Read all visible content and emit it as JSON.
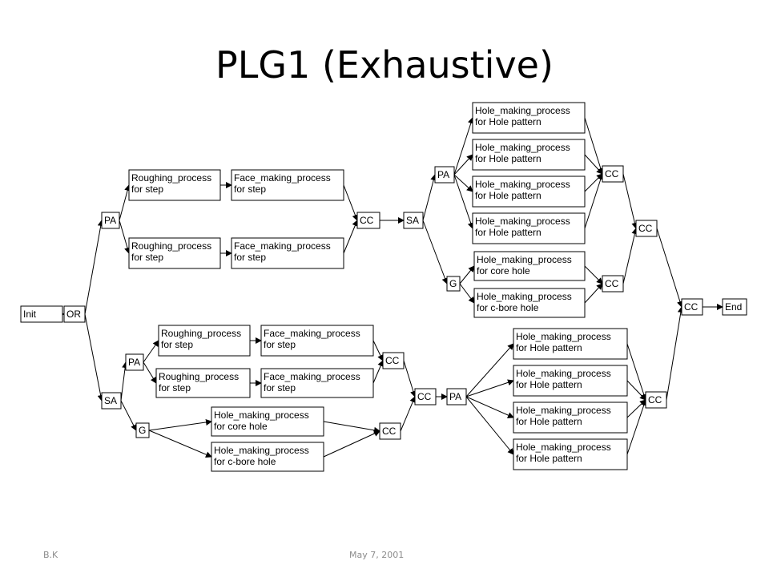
{
  "title": "PLG1 (Exhaustive)",
  "footer": {
    "author": "B.K",
    "date": "May 7, 2001"
  },
  "labels": {
    "init": "Init",
    "or": "OR",
    "pa": "PA",
    "sa": "SA",
    "g": "G",
    "cc": "CC",
    "end": "End",
    "roughing": [
      "Roughing_process",
      "for step"
    ],
    "face": [
      "Face_making_process",
      "for step"
    ],
    "hole_pattern": [
      "Hole_making_process",
      "for Hole pattern"
    ],
    "hole_core": [
      "Hole_making_process",
      "for core hole"
    ],
    "hole_cbore": [
      "Hole_making_process",
      "for c-bore hole"
    ]
  },
  "nodes": [
    {
      "id": "init",
      "label": "init"
    },
    {
      "id": "or",
      "label": "or"
    },
    {
      "id": "pa1",
      "label": "pa"
    },
    {
      "id": "r1",
      "label": "roughing"
    },
    {
      "id": "f1",
      "label": "face"
    },
    {
      "id": "r2",
      "label": "roughing"
    },
    {
      "id": "f2",
      "label": "face"
    },
    {
      "id": "cc1",
      "label": "cc"
    },
    {
      "id": "sa1",
      "label": "sa"
    },
    {
      "id": "pa2",
      "label": "pa"
    },
    {
      "id": "h1",
      "label": "hole_pattern"
    },
    {
      "id": "h2",
      "label": "hole_pattern"
    },
    {
      "id": "h3",
      "label": "hole_pattern"
    },
    {
      "id": "h4",
      "label": "hole_pattern"
    },
    {
      "id": "g1",
      "label": "g"
    },
    {
      "id": "hc1",
      "label": "hole_core"
    },
    {
      "id": "hb1",
      "label": "hole_cbore"
    },
    {
      "id": "cc2",
      "label": "cc"
    },
    {
      "id": "cc3",
      "label": "cc"
    },
    {
      "id": "cc4",
      "label": "cc"
    },
    {
      "id": "cc5",
      "label": "cc"
    },
    {
      "id": "end",
      "label": "end"
    },
    {
      "id": "sa2",
      "label": "sa"
    },
    {
      "id": "pa3",
      "label": "pa"
    },
    {
      "id": "r3",
      "label": "roughing"
    },
    {
      "id": "f3",
      "label": "face"
    },
    {
      "id": "r4",
      "label": "roughing"
    },
    {
      "id": "f4",
      "label": "face"
    },
    {
      "id": "cc6",
      "label": "cc"
    },
    {
      "id": "g2",
      "label": "g"
    },
    {
      "id": "hc2",
      "label": "hole_core"
    },
    {
      "id": "hb2",
      "label": "hole_cbore"
    },
    {
      "id": "cc7",
      "label": "cc"
    },
    {
      "id": "cc8",
      "label": "cc"
    },
    {
      "id": "pa4",
      "label": "pa"
    },
    {
      "id": "h5",
      "label": "hole_pattern"
    },
    {
      "id": "h6",
      "label": "hole_pattern"
    },
    {
      "id": "h7",
      "label": "hole_pattern"
    },
    {
      "id": "h8",
      "label": "hole_pattern"
    },
    {
      "id": "cc9",
      "label": "cc"
    }
  ],
  "edges": [
    [
      "init",
      "or"
    ],
    [
      "or",
      "pa1"
    ],
    [
      "or",
      "sa2"
    ],
    [
      "pa1",
      "r1"
    ],
    [
      "pa1",
      "r2"
    ],
    [
      "r1",
      "f1"
    ],
    [
      "r2",
      "f2"
    ],
    [
      "f1",
      "cc1"
    ],
    [
      "f2",
      "cc1"
    ],
    [
      "cc1",
      "sa1"
    ],
    [
      "sa1",
      "pa2"
    ],
    [
      "sa1",
      "g1"
    ],
    [
      "pa2",
      "h1"
    ],
    [
      "pa2",
      "h2"
    ],
    [
      "pa2",
      "h3"
    ],
    [
      "pa2",
      "h4"
    ],
    [
      "h1",
      "cc2"
    ],
    [
      "h2",
      "cc2"
    ],
    [
      "h3",
      "cc2"
    ],
    [
      "h4",
      "cc2"
    ],
    [
      "g1",
      "hc1"
    ],
    [
      "g1",
      "hb1"
    ],
    [
      "hc1",
      "cc3"
    ],
    [
      "hb1",
      "cc3"
    ],
    [
      "cc2",
      "cc4"
    ],
    [
      "cc3",
      "cc4"
    ],
    [
      "cc4",
      "cc5"
    ],
    [
      "cc5",
      "end"
    ],
    [
      "sa2",
      "pa3"
    ],
    [
      "sa2",
      "g2"
    ],
    [
      "pa3",
      "r3"
    ],
    [
      "pa3",
      "r4"
    ],
    [
      "r3",
      "f3"
    ],
    [
      "r4",
      "f4"
    ],
    [
      "f3",
      "cc6"
    ],
    [
      "f4",
      "cc6"
    ],
    [
      "g2",
      "hc2"
    ],
    [
      "g2",
      "hb2"
    ],
    [
      "hc2",
      "cc7"
    ],
    [
      "hb2",
      "cc7"
    ],
    [
      "cc6",
      "cc8"
    ],
    [
      "cc7",
      "cc8"
    ],
    [
      "cc8",
      "pa4"
    ],
    [
      "pa4",
      "h5"
    ],
    [
      "pa4",
      "h6"
    ],
    [
      "pa4",
      "h7"
    ],
    [
      "pa4",
      "h8"
    ],
    [
      "h5",
      "cc9"
    ],
    [
      "h6",
      "cc9"
    ],
    [
      "h7",
      "cc9"
    ],
    [
      "h8",
      "cc9"
    ],
    [
      "cc9",
      "cc5"
    ]
  ]
}
